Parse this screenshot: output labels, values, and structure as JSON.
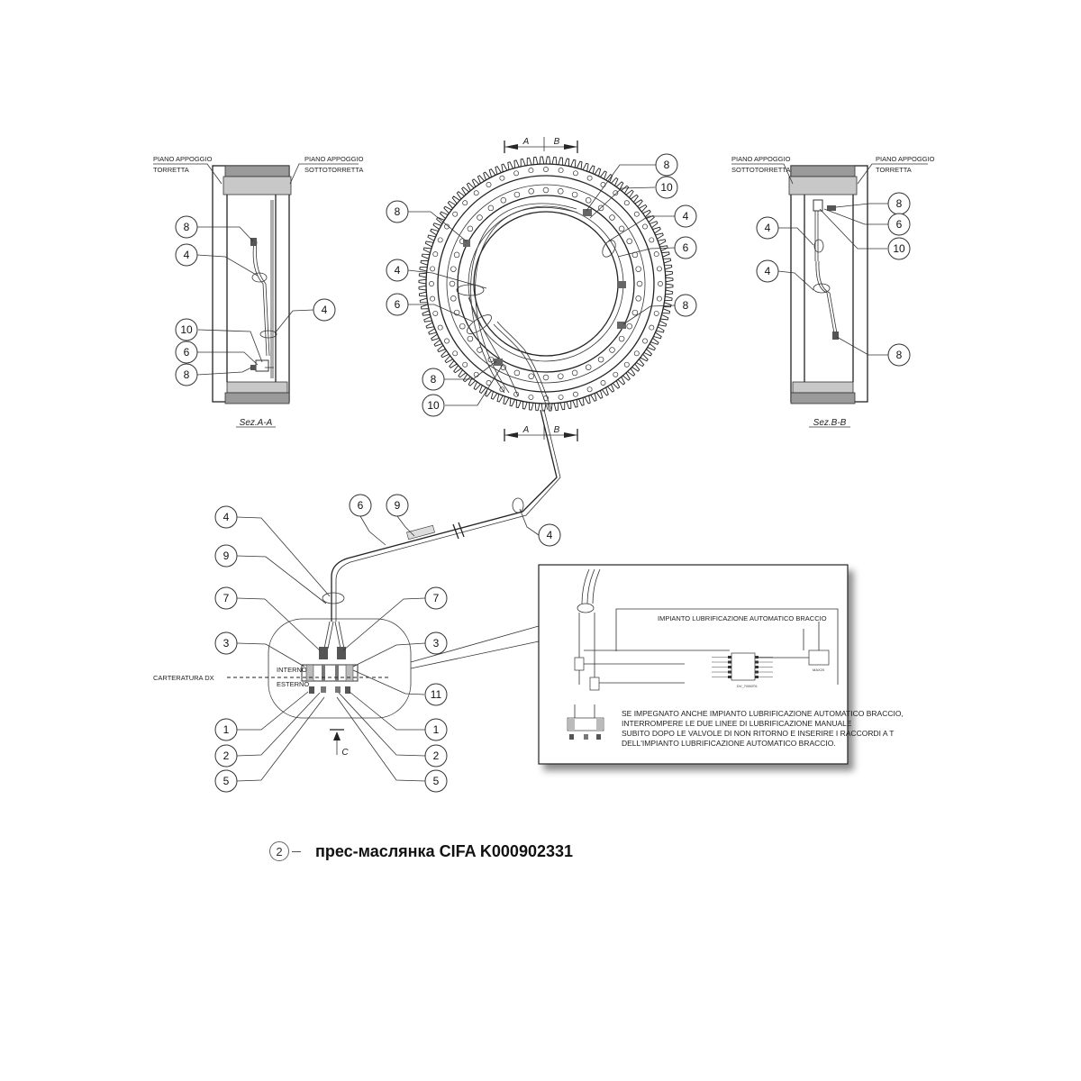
{
  "labels": {
    "piano_appoggio_torretta": [
      "PIANO APPOGGIO",
      "TORRETTA"
    ],
    "piano_appoggio_sottotorretta": [
      "PIANO APPOGGIO",
      "SOTTOTORRETTA"
    ],
    "sez_aa": "Sez.A-A",
    "sez_bb": "Sez.B-B",
    "section_a": "A",
    "section_b": "B",
    "section_c": "C",
    "carteratura": "CARTERATURA DX",
    "interno": "INTERNO",
    "esterno": "ESTERNO"
  },
  "detail": {
    "title": "IMPIANTO LUBRIFICAZIONE AUTOMATICO BRACCIO",
    "note_lines": [
      "SE IMPEGNATO ANCHE IMPIANTO LUBRIFICAZIONE AUTOMATICO BRACCIO,",
      "INTERROMPERE LE DUE LINEE DI LUBRIFICAZIONE MANUALE",
      "SUBITO DOPO LE VALVOLE DI NON RITORNO E INSERIRE I RACCORDI A T",
      "DELL'IMPIANTO LUBRIFICAZIONE AUTOMATICO BRACCIO."
    ]
  },
  "legend": {
    "number": "2",
    "text": "прес-маслянка CIFA K000902331"
  }
}
